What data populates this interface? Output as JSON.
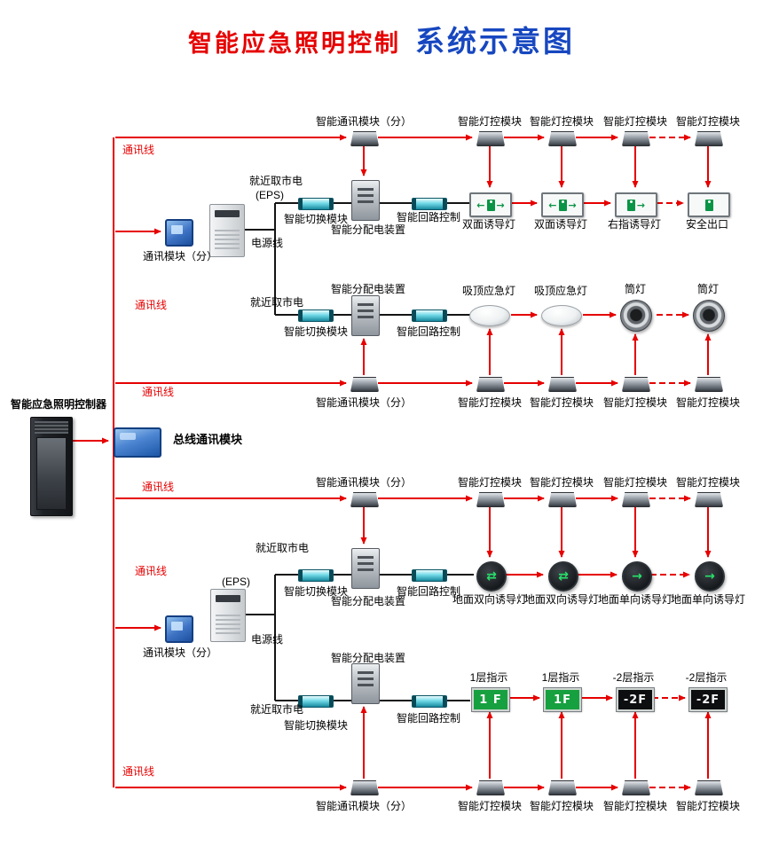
{
  "title": {
    "red": "智能应急照明控制",
    "blue": "系统示意图"
  },
  "controller_label": "智能应急照明控制器",
  "bus_module_label": "总线通讯模块",
  "labels": {
    "comm_line": "通讯线",
    "comm_module_sub": "通讯模块（分）",
    "smart_comm_module": "智能通讯模块（分）",
    "lamp_ctrl_module": "智能灯控模块",
    "switch_module": "智能切换模块",
    "dist_device": "智能分配电装置",
    "loop_control": "智能回路控制",
    "mains_nearby": "就近取市电",
    "eps": "(EPS)",
    "power_line": "电源线",
    "double_guide_lamp": "双面诱导灯",
    "right_guide_lamp": "右指诱导灯",
    "safe_exit": "安全出口",
    "ceiling_lamp": "吸顶应急灯",
    "downlight": "筒灯",
    "ground_bi_lamp": "地面双向诱导灯",
    "ground_uni_lamp": "地面单向诱导灯",
    "floor1_indicator": "1层指示",
    "floor_neg2_indicator": "-2层指示"
  },
  "signs": {
    "f1a": "1 F",
    "f1b": "1F",
    "f2": "-2F"
  },
  "glyphs": {
    "left_arrow": "←",
    "right_arrow": "→",
    "bi_arrow": "⇄",
    "uni_arrow": "→"
  },
  "colors": {
    "comm_line_red": "#e60000",
    "power_line_black": "#141414",
    "title_red": "#e60000",
    "title_blue": "#1747c0",
    "sign_green": "#17a03f",
    "sign_black": "#0c0e10"
  }
}
